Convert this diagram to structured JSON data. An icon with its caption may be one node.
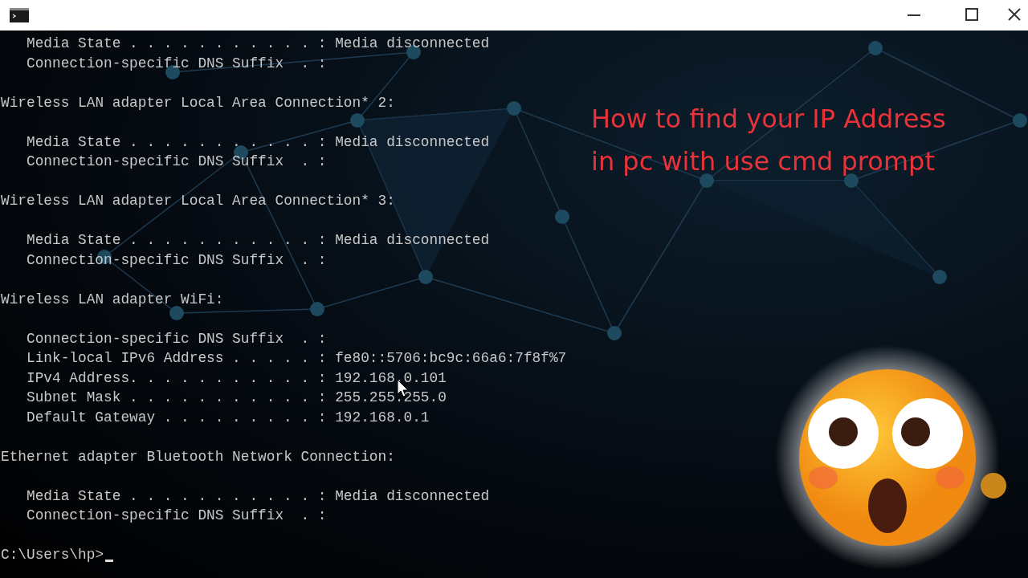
{
  "diagram": {
    "title": "How to find your IP Address in pc with use cmd prompt",
    "labels": [
      "Media State . . . . . . . . . . . : Media disconnected",
      "Connection-specific DNS Suffix  . :",
      "Wireless LAN adapter Local Area Connection* 2:",
      "Media State . . . . . . . . . . . : Media disconnected",
      "Connection-specific DNS Suffix  . :",
      "Wireless LAN adapter Local Area Connection* 3:",
      "Media State . . . . . . . . . . . : Media disconnected",
      "Connection-specific DNS Suffix  . :",
      "Wireless LAN adapter WiFi:",
      "Connection-specific DNS Suffix  . :",
      "Link-local IPv6 Address . . . . . : fe80::5706:bc9c:66a6:7f8f%7",
      "IPv4 Address. . . . . . . . . . . : 192.168.0.101",
      "Subnet Mask . . . . . . . . . . . : 255.255.255.0",
      "Default Gateway . . . . . . . . . : 192.168.0.1",
      "Ethernet adapter Bluetooth Network Connection:",
      "Media State . . . . . . . . . . . : Media disconnected",
      "Connection-specific DNS Suffix  . :",
      "C:\\Users\\hp>"
    ]
  }
}
